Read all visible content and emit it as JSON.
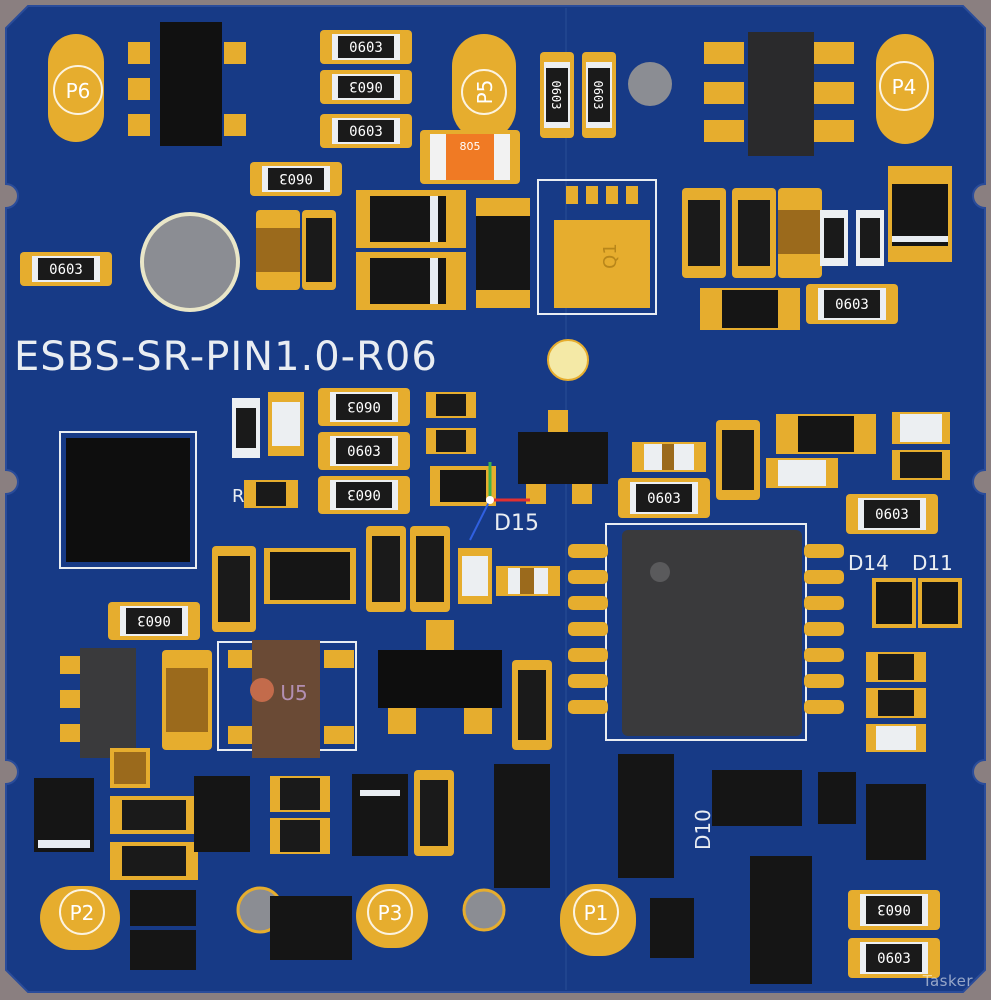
{
  "board": {
    "title": "ESBS-SR-PIN1.0-R06",
    "colors": {
      "board": "#173a86",
      "copper": "#e6ad2e",
      "silkscreen": "#e9edf2",
      "ic_body": "#151515",
      "resistor_body": "#1a1a1a",
      "capacitor_body": "#9b6a1c",
      "led_orange": "#f07a24",
      "edge": "#8a7f80"
    }
  },
  "pads": [
    {
      "label": "P6"
    },
    {
      "label": "P5"
    },
    {
      "label": "P4"
    },
    {
      "label": "P2"
    },
    {
      "label": "P3"
    },
    {
      "label": "P1"
    }
  ],
  "resistor_codes": {
    "r0603": "0603",
    "r0603_flipped": "0603",
    "r805": "805"
  },
  "designators": {
    "q1": "Q1",
    "u5": "U5",
    "d15": "D15",
    "d14": "D14",
    "d11": "D11",
    "d10": "D10",
    "r": "R"
  },
  "watermark": "Tasker"
}
